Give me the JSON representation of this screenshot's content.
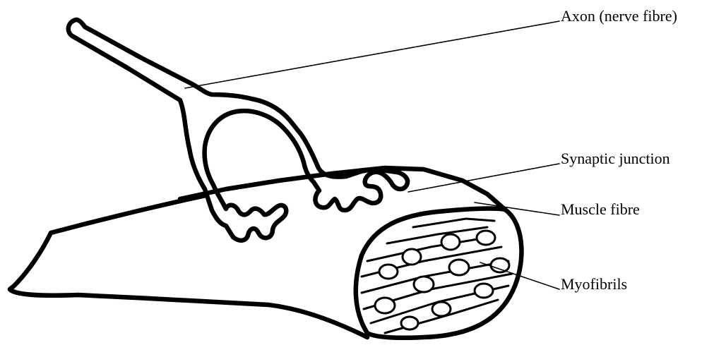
{
  "labels": {
    "axon": "Axon (nerve fibre)",
    "synaptic_junction": "Synaptic junction",
    "muscle_fibre": "Muscle fibre",
    "myofibrils": "Myofibrils"
  },
  "colors": {
    "ink": "#000000",
    "background": "#ffffff"
  }
}
